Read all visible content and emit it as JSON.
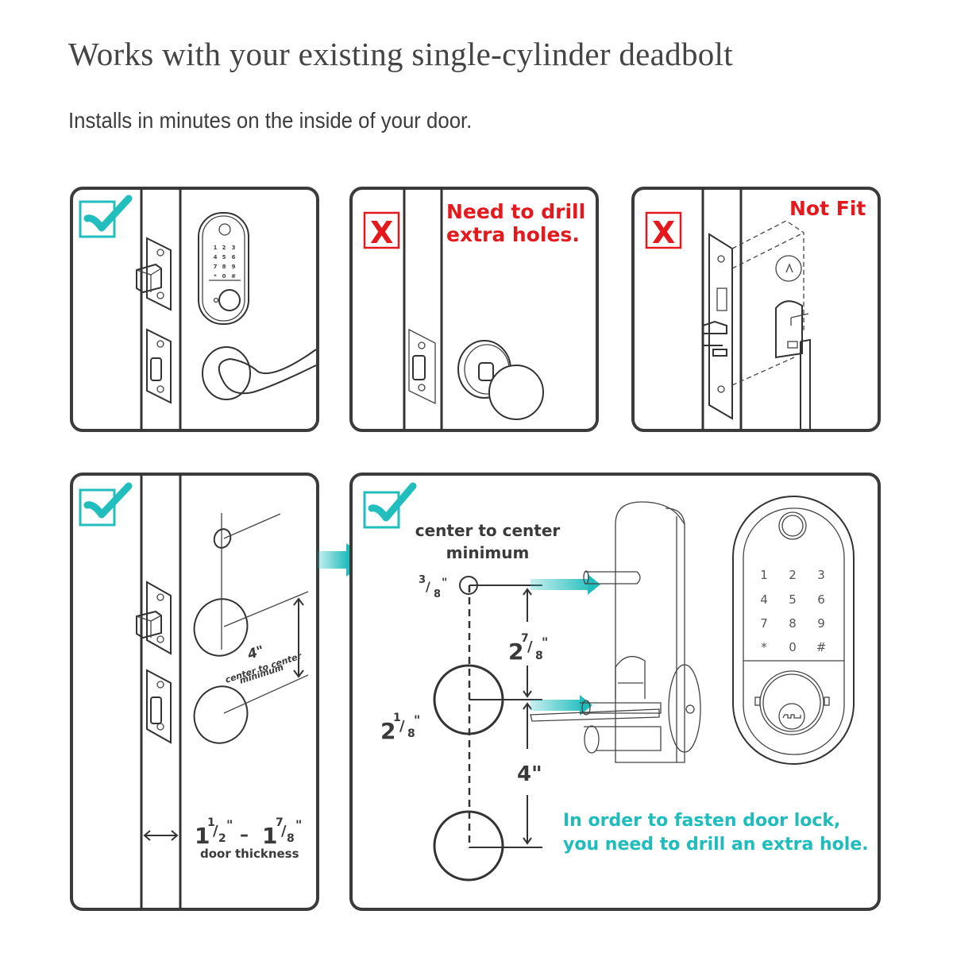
{
  "header": {
    "title": "Works with your existing single-cylinder deadbolt",
    "subtitle": "Installs in minutes on the inside of your door."
  },
  "colors": {
    "accent_teal": "#22bdbd",
    "warning_red": "#e3191d",
    "line_dark": "#333333"
  },
  "panels": [
    {
      "id": "fits-existing-deadbolt",
      "status": "check",
      "icon": "check-icon"
    },
    {
      "id": "knob-only",
      "status": "cross",
      "icon": "x-icon",
      "status_symbol": "X",
      "message_line1": "Need to drill",
      "message_line2": "extra holes."
    },
    {
      "id": "mortise-lock",
      "status": "cross",
      "icon": "x-icon",
      "status_symbol": "X",
      "message": "Not Fit"
    },
    {
      "id": "door-prep",
      "status": "check",
      "icon": "check-icon",
      "spacing_value": "4\"",
      "spacing_label_line1": "center to center",
      "spacing_label_line2": "minimum",
      "thickness_whole_min": "1",
      "thickness_num_min": "1",
      "thickness_den_min": "2",
      "thickness_dash": "–",
      "thickness_whole_max": "1",
      "thickness_num_max": "7",
      "thickness_den_max": "8",
      "thickness_label": "door thickness"
    },
    {
      "id": "extra-hole",
      "status": "check",
      "icon": "check-icon",
      "heading_line1": "center to center",
      "heading_line2": "minimum",
      "small_hole_num": "3",
      "small_hole_den": "8",
      "gap_whole": "2",
      "gap_num": "7",
      "gap_den": "8",
      "big_hole_whole": "2",
      "big_hole_num": "1",
      "big_hole_den": "8",
      "spacing_value": "4\"",
      "note_line1": "In order to fasten door lock,",
      "note_line2": "you need to drill an extra hole."
    }
  ],
  "keypad": {
    "keys": [
      "1",
      "2",
      "3",
      "4",
      "5",
      "6",
      "7",
      "8",
      "9",
      "*",
      "0",
      "#"
    ]
  },
  "inch_mark": "\""
}
